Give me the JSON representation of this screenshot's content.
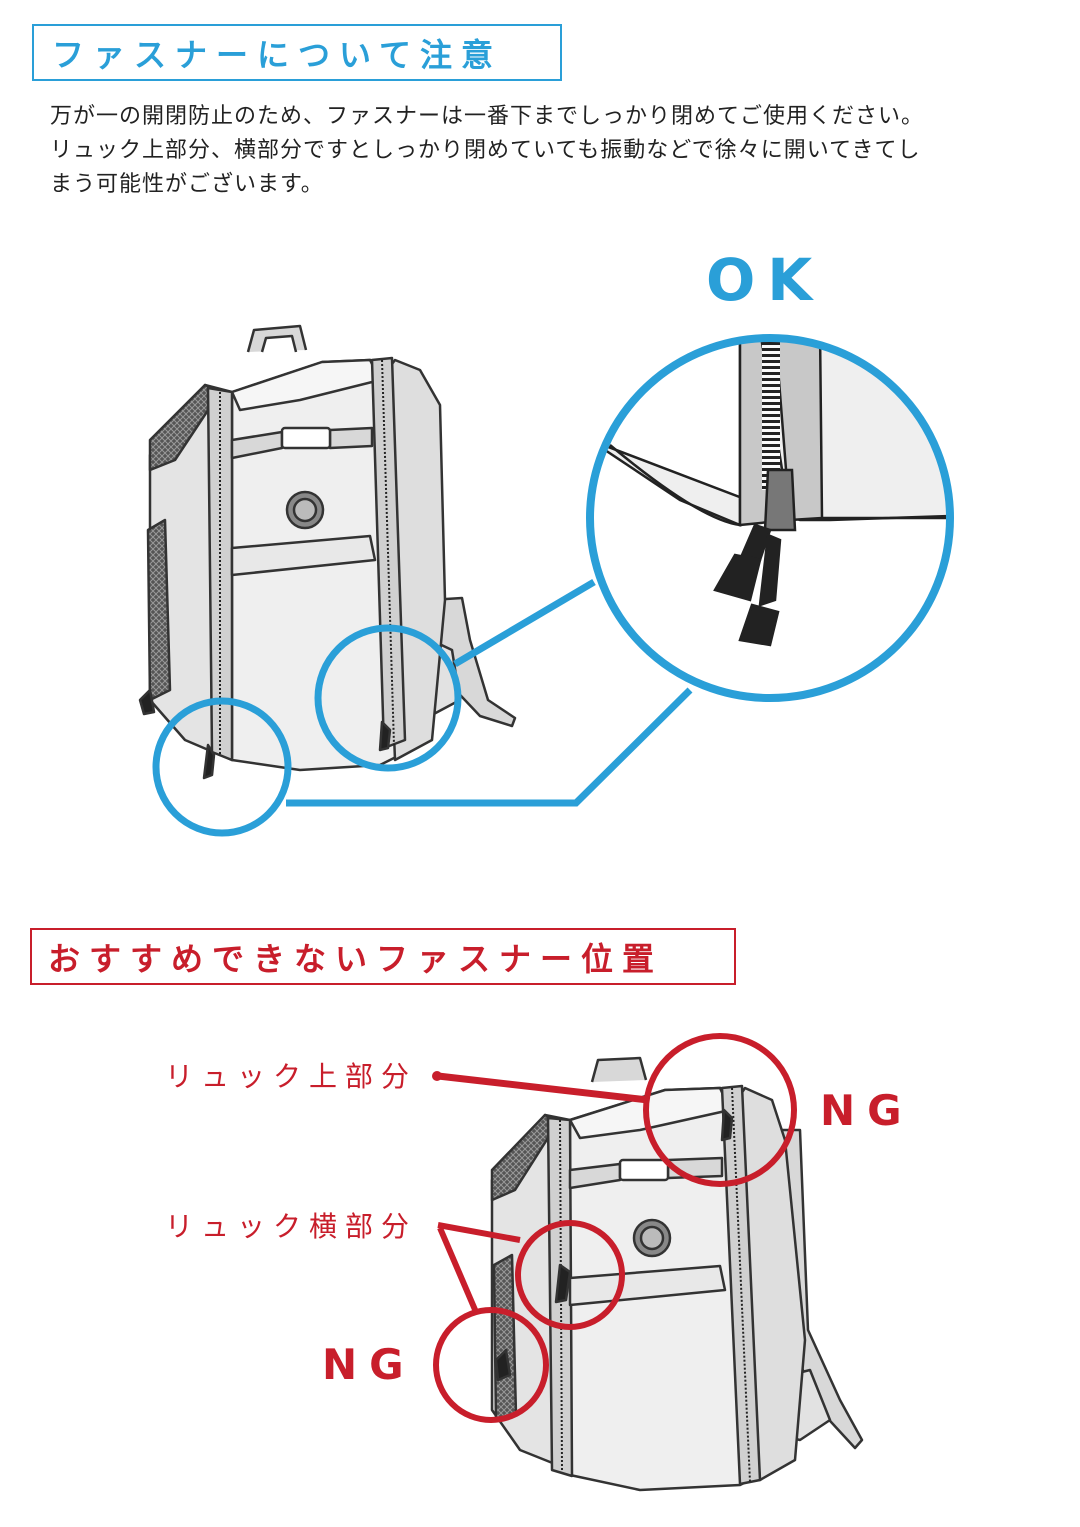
{
  "section1": {
    "title": "ファスナーについて注意",
    "description_lines": [
      "万が一の開閉防止のため、ファスナーは一番下までしっかり閉めてご使用ください。",
      "リュック上部分、横部分ですとしっかり閉めていても振動などで徐々に開いてきてし",
      "まう可能性がございます。"
    ],
    "ok_label": "OK"
  },
  "section2": {
    "title": "おすすめできないファスナー位置",
    "callout_top": "リュック上部分",
    "callout_side": "リュック横部分",
    "ng_label": "NG"
  },
  "colors": {
    "ok_blue": "#2a9fd8",
    "ng_red": "#c81e2b",
    "bag_fill": "#efefef",
    "outline": "#333333"
  }
}
